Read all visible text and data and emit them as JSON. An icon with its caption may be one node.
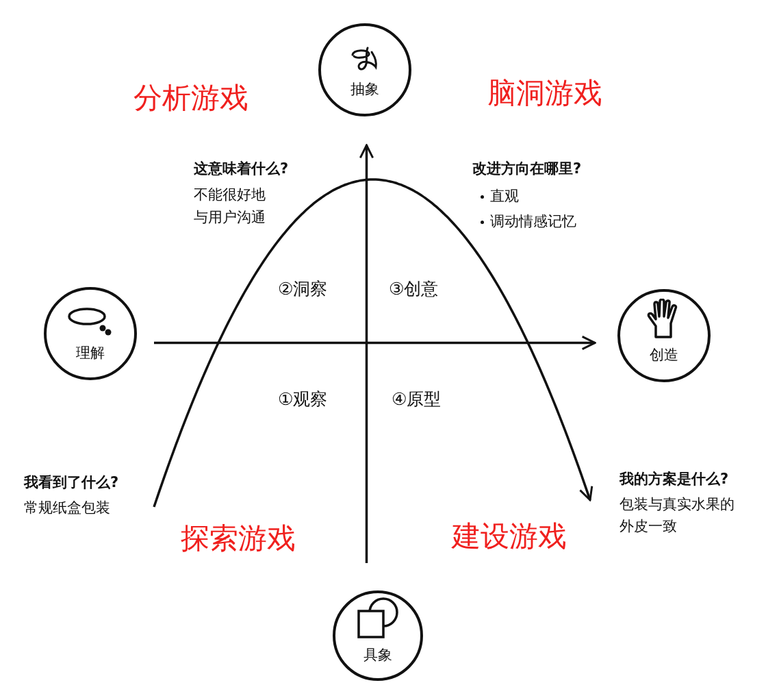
{
  "diagram": {
    "nodes": [
      {
        "text": [
          "抽象"
        ]
      },
      {
        "text": [
          "理解"
        ]
      },
      {
        "text": [
          "创造"
        ]
      },
      {
        "text": [
          "具象"
        ]
      },
      {
        "text": [
          "我看到了什么?",
          "常规纸盒包装"
        ]
      },
      {
        "text": [
          "我的方案是什么?",
          "包装与真实水果的外皮一致"
        ]
      }
    ],
    "edges": [
      {
        "from": 3,
        "to": 0,
        "arrow": "to"
      },
      {
        "from": 1,
        "to": 2,
        "arrow": "to"
      },
      {
        "from": 4,
        "to": 5,
        "arrow": "to"
      }
    ],
    "labels": [
      "分析游戏",
      "脑洞游戏",
      "这意味着什么?",
      "不能很好地与用户沟通",
      "改进方向在哪里?",
      "直观",
      "调动情感记忆",
      "②洞察",
      "③创意",
      "①观察",
      "④原型",
      "探索游戏",
      "建设游戏"
    ]
  }
}
